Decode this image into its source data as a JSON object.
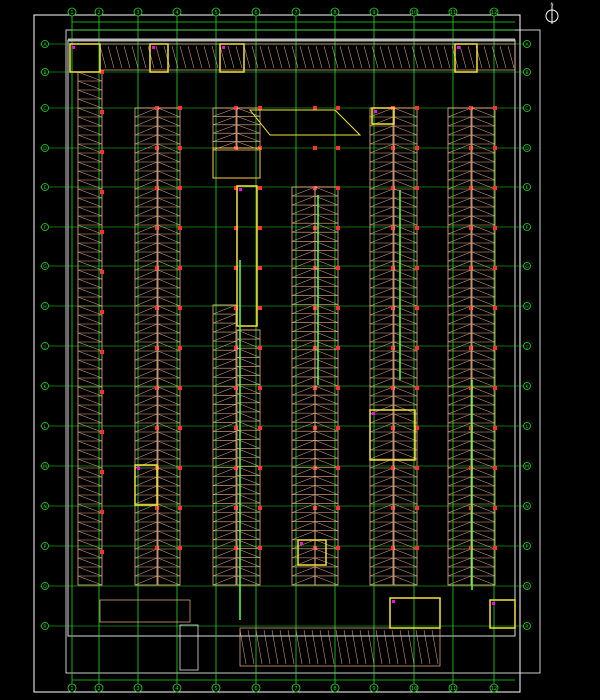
{
  "drawing": {
    "grid_columns": [
      "1",
      "2",
      "3",
      "4",
      "5",
      "6",
      "7",
      "8",
      "9",
      "10",
      "11",
      "12"
    ],
    "grid_rows": [
      "A",
      "B",
      "C",
      "D",
      "E",
      "F",
      "G",
      "H",
      "J",
      "K",
      "L",
      "M",
      "N",
      "P",
      "Q",
      "R"
    ],
    "north_label": "N",
    "colors": {
      "background": "#000000",
      "grid": "#22dd22",
      "parking": "#f2b48a",
      "walls": "#f5e33a",
      "border": "#ffffff",
      "columns": "#c8c8c8",
      "accent": "#ff00ff",
      "marker": "#ff3030"
    }
  }
}
